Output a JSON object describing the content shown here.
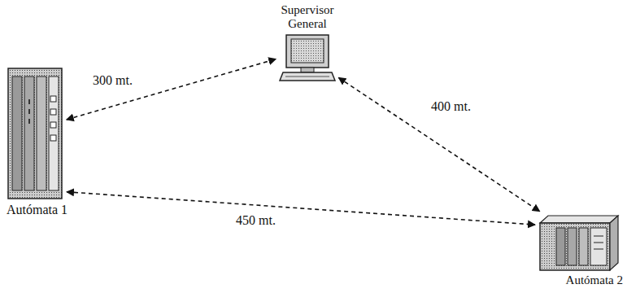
{
  "diagram": {
    "nodes": [
      {
        "text": [
          "Supervisor General"
        ]
      },
      {
        "text": [
          "Autómata 1"
        ]
      },
      {
        "text": [
          "Autómata 2"
        ]
      }
    ],
    "edges": [
      {
        "from": 1,
        "to": 0,
        "label": "300 mt.",
        "arrow": "both"
      },
      {
        "from": 0,
        "to": 2,
        "label": "400 mt.",
        "arrow": "both"
      },
      {
        "from": 1,
        "to": 2,
        "label": "450 mt.",
        "arrow": "both"
      }
    ]
  }
}
